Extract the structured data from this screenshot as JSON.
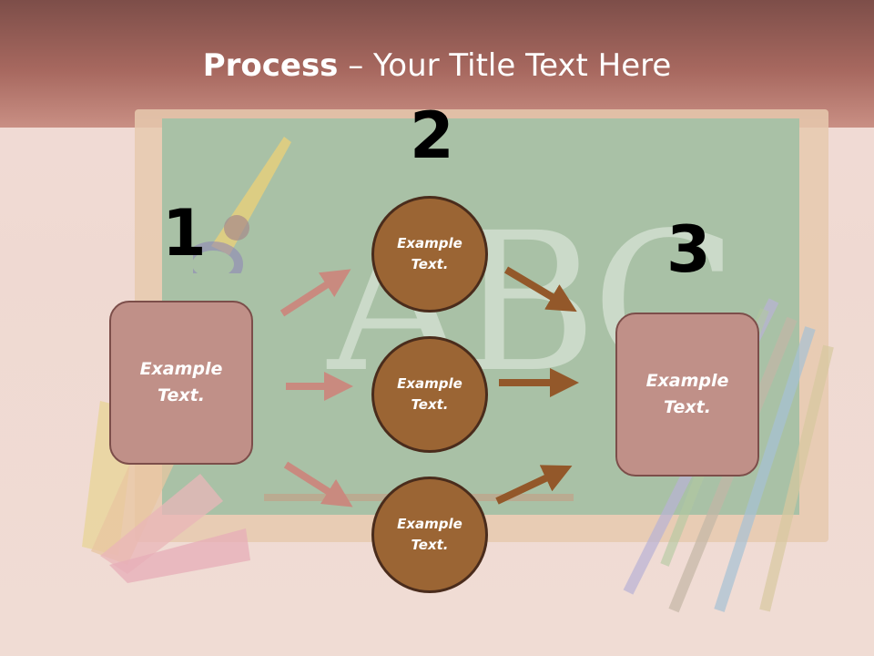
{
  "title": {
    "bold": "Process",
    "rest": " – Your Title Text Here"
  },
  "steps": {
    "one": "1",
    "two": "2",
    "three": "3"
  },
  "boxes": {
    "left": "Example\nText.",
    "right": "Example\nText."
  },
  "circles": {
    "top": "Example\nText.",
    "middle": "Example\nText.",
    "bottom": "Example\nText."
  },
  "background": {
    "chalk": "ABC"
  },
  "colors": {
    "box_fill": "#c09088",
    "circle_fill": "#9b6534",
    "arrow_left": "#c98a7f",
    "arrow_right": "#93582a"
  }
}
